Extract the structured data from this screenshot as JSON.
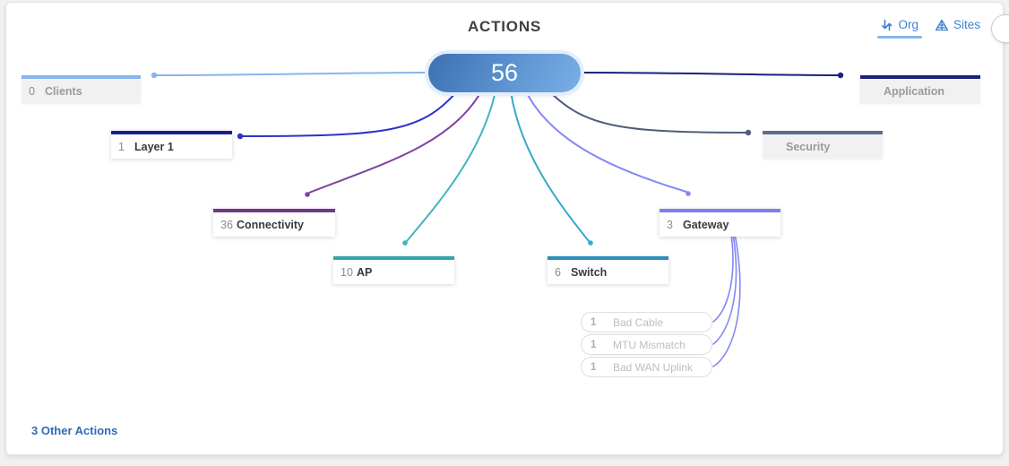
{
  "header": {
    "title": "ACTIONS"
  },
  "view_toggle": {
    "org": {
      "label": "Org"
    },
    "sites": {
      "label": "Sites"
    }
  },
  "root": {
    "count": "56"
  },
  "nodes": {
    "clients": {
      "count": "0",
      "label": "Clients",
      "color": "#88b5ec",
      "line_color": "#88b5ec"
    },
    "application": {
      "count": "",
      "label": "Application",
      "color": "#1a2180",
      "line_color": "#1a2180"
    },
    "layer1": {
      "count": "1",
      "label": "Layer 1",
      "color": "#181f8f",
      "line_color": "#2a34c8"
    },
    "security": {
      "count": "",
      "label": "Security",
      "color": "#5b6e8b",
      "line_color": "#4f5e78"
    },
    "connectivity": {
      "count": "36",
      "label": "Connectivity",
      "color": "#71378c",
      "line_color": "#7e44a2"
    },
    "ap": {
      "count": "10",
      "label": "AP",
      "color": "#35a3ac",
      "line_color": "#40b5bd"
    },
    "switch": {
      "count": "6",
      "label": "Switch",
      "color": "#2e8fba",
      "line_color": "#38a8c9"
    },
    "gateway": {
      "count": "3",
      "label": "Gateway",
      "color": "#7c80f0",
      "line_color": "#8488f3"
    }
  },
  "sub_nodes": {
    "bad_cable": {
      "count": "1",
      "label": "Bad Cable"
    },
    "mtu_mismatch": {
      "count": "1",
      "label": "MTU Mismatch"
    },
    "bad_wan_uplink": {
      "count": "1",
      "label": "Bad WAN Uplink"
    }
  },
  "footer": {
    "other_actions_label": "3 Other Actions"
  },
  "colors": {
    "root_gradient_start": "#3b70b2",
    "root_gradient_end": "#7aafe7",
    "root_halo": "#e4eefb",
    "toggle_blue": "#3d82d1",
    "toggle_underline": "#85b6ea",
    "link_blue": "#2e6cb5",
    "title_text": "#3e4043",
    "count_gray": "#8c8c8c",
    "label_dark": "#363b41",
    "label_muted": "#9a9a9a",
    "sub_text": "#bdbdbd"
  }
}
